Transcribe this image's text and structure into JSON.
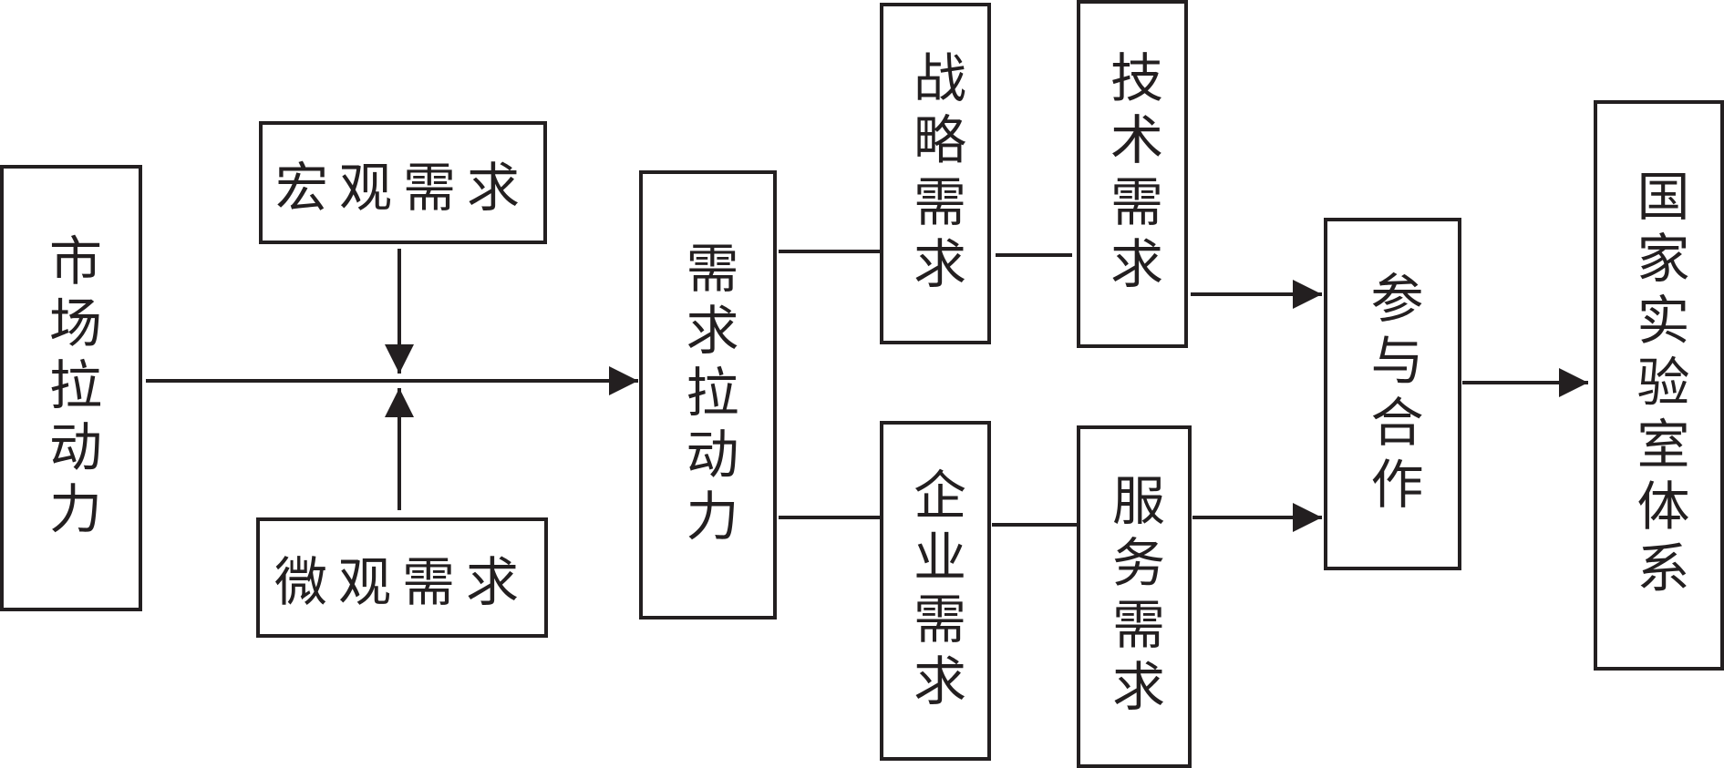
{
  "diagram": {
    "market_pull": "市场拉动力",
    "macro_demand": "宏观需求",
    "micro_demand": "微观需求",
    "demand_pull": "需求拉动力",
    "strategic_demand": "战略需求",
    "enterprise_demand": "企业需求",
    "technical_demand": "技术需求",
    "service_demand": "服务需求",
    "participation_cooperation": "参与合作",
    "national_lab_system": "国家实验室体系"
  }
}
